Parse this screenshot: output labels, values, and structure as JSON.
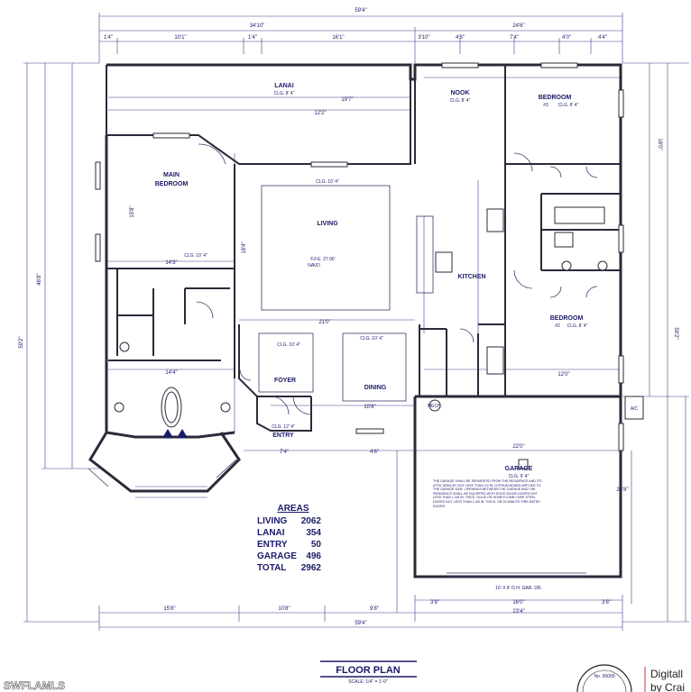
{
  "plan": {
    "dimensions": {
      "overall_top": "59'4\"",
      "top_left": "34'10\"",
      "top_right": "24'6\"",
      "top_segments": [
        "1'4\"",
        "10'1\"",
        "1'4\"",
        "16'1\"",
        "3'10\"",
        "4'6\"",
        "7'4\"",
        "4'0\"",
        "4'4\""
      ],
      "left_overall": "46'8\"",
      "left_total": "59'2\"",
      "right_overall": "59'2\"",
      "right_upper": "18'0\"",
      "bottom_left": "15'8\"",
      "bottom_mid": "10'8\"",
      "bottom_mid2": "9'8\"",
      "bottom_overall": "59'4\"",
      "garage_bottom": "23'4\"",
      "garage_width": "22'0\"",
      "garage_depth": "20'8\"",
      "garage_door_split": "16'0\"",
      "garage_left_seg": "3'8\"",
      "garage_right_seg": "3'8\"",
      "living_width": "21'0\"",
      "kitchen_width": "12'0\"",
      "bath_width": "14'4\"",
      "lanai_width": "19'7\"",
      "lanai_width2": "12'2\"",
      "main_bed_width": "14'3\"",
      "main_bed_depth": "15'8\"",
      "living_depth": "18'4\"",
      "foyer_seg": "7'4\"",
      "dining_width": "10'8\"",
      "entry_seg": "4'6\""
    },
    "rooms": {
      "lanai": "LANAI",
      "lanai_clg": "CLG. 8' 4\"",
      "nook": "NOOK",
      "nook_clg": "CLG. 8' 4\"",
      "bedroom3": "BEDROOM",
      "bedroom3_num": "#3",
      "bedroom3_clg": "CLG. 8' 4\"",
      "main_bedroom": "MAIN\nBEDROOM",
      "main_bedroom_l1": "MAIN",
      "main_bedroom_l2": "BEDROOM",
      "main_bedroom_clg": "CLG. 10' 4\"",
      "living": "LIVING",
      "living_ffe": "F.F.E. 27.06'",
      "living_navd": "NAVD",
      "living_clg": "CLG. 10' 4\"",
      "kitchen": "KITCHEN",
      "bedroom2": "BEDROOM",
      "bedroom2_num": "#2",
      "bedroom2_clg": "CLG. 8' 4\"",
      "foyer": "FOYER",
      "foyer_clg": "CLG. 10' 4\"",
      "dining": "DINING",
      "dining_clg": "CLG. 10' 4\"",
      "entry": "ENTRY",
      "entry_clg": "CLG. 12' 4\"",
      "garage": "GARAGE",
      "garage_clg": "CLG. 9' 4\"",
      "garage_door": "16' X 8' O.H. GAR. DR.",
      "ac": "A/C",
      "mech": "MECH.",
      "ffe": "F.F.E. 27.06'"
    },
    "garage_note": "THE GARAGE SHALL BE SEPARATED FROM THE RESIDENCE AND ITS ATTIC AREA BY NOT LESS THAN 1/2 IN. GYPSUM BOARD APPLIED TO THE GARAGE SIDE. OPENINGS BETWEEN THE GARAGE AND THE RESIDENCE SHALL BE EQUIPPED WITH SOLID WOOD DOORS NOT LESS THAN 1-3/8 IN. THICK, SOLID OR HONEYCOMB CORE STEEL DOORS NOT LESS THAN 1-3/8 IN. THICK, OR 20-MINUTE FIRE-RATED DOORS.",
    "areas": {
      "title": "AREAS",
      "rows": [
        {
          "label": "LIVING",
          "value": "2062"
        },
        {
          "label": "LANAI",
          "value": "354"
        },
        {
          "label": "ENTRY",
          "value": "50"
        },
        {
          "label": "GARAGE",
          "value": "496"
        },
        {
          "label": "TOTAL",
          "value": "2962"
        }
      ]
    },
    "title": "FLOOR PLAN",
    "scale": "SCALE: 1/4\" = 1'-0\"",
    "watermark": "SWFLAMLS",
    "signature": "Digitall\nby Crai",
    "signature_l1": "Digitall",
    "signature_l2": "by Crai",
    "seal_text": "No. 00000",
    "colors": {
      "ink": "#1a1a6a",
      "wall": "#2a2a3a",
      "dimension": "#3b3b8c",
      "background": "#ffffff"
    }
  }
}
